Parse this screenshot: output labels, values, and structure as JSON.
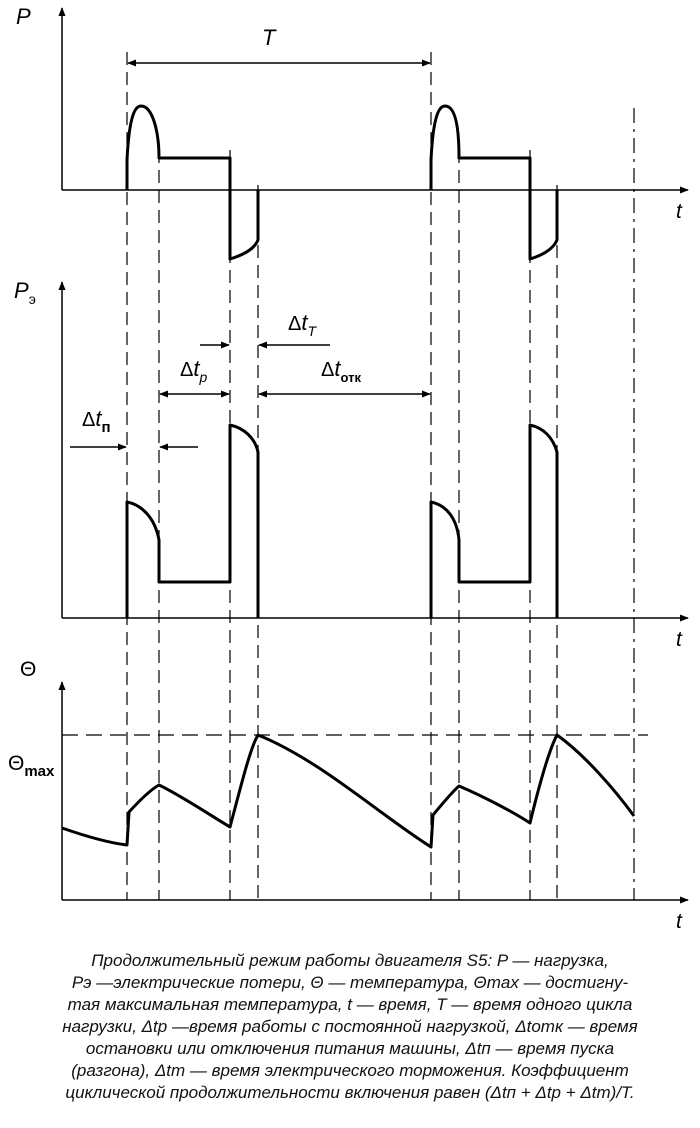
{
  "labels": {
    "p_axis": "P",
    "pe_axis_main": "P",
    "pe_axis_sub": "э",
    "theta_axis": "Θ",
    "theta_max_main": "Θ",
    "theta_max_sub": "max",
    "t_axis_1": "t",
    "t_axis_2": "t",
    "t_axis_3": "t",
    "period": "T",
    "dt_t_delta": "Δ",
    "dt_t_main": "t",
    "dt_t_sub": "T",
    "dt_p_delta": "Δ",
    "dt_p_main": "t",
    "dt_p_sub": "p",
    "dt_otk_delta": "Δ",
    "dt_otk_main": "t",
    "dt_otk_sub": "отк",
    "dt_n_delta": "Δ",
    "dt_n_main": "t",
    "dt_n_sub": "п"
  },
  "caption": [
    "Продолжительный режим работы двигателя S5: P — нагрузка,",
    "Pэ —электрические потери, Θ — температура, Θmax — достигну-",
    "тая максимальная температура, t — время, T — время одного цикла",
    "нагрузки, Δtp —время работы с постоянной нагрузкой, Δtотк — время",
    "остановки или отключения питания машины, Δtп — время пуска",
    "(разгона), Δtm — время электрического торможения. Коэффициент",
    "циклической продолжительности включения равен (Δtп + Δtp + Δtm)/T."
  ]
}
